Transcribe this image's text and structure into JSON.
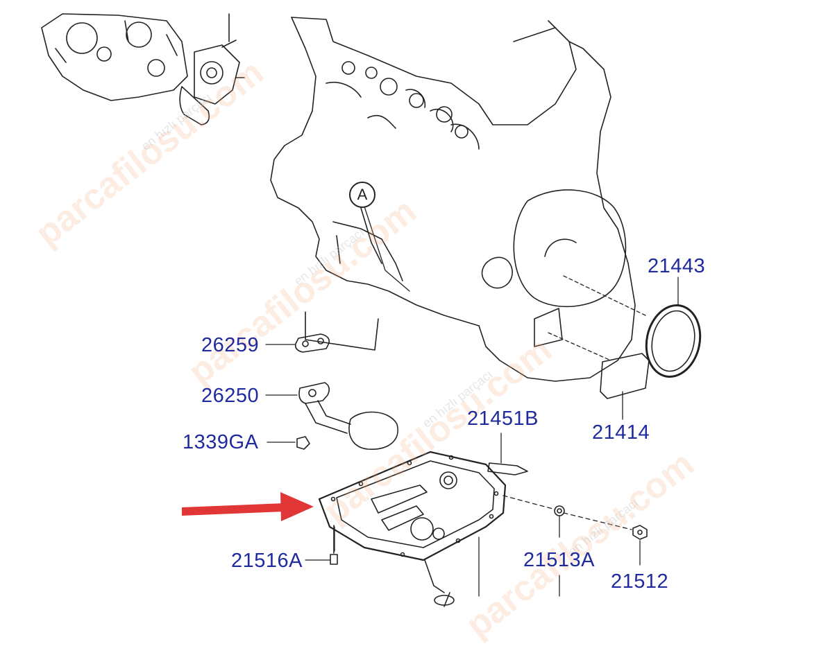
{
  "callout": "A",
  "labels": {
    "p21443": "21443",
    "p26259": "26259",
    "p26250": "26250",
    "p21451B": "21451B",
    "p21414": "21414",
    "p1339GA": "1339GA",
    "p21516A": "21516A",
    "p21513A": "21513A",
    "p21512": "21512"
  },
  "watermark": {
    "brand": "parcafilosu.com",
    "tagline": "en hızlı parçacı"
  },
  "colors": {
    "label": "#1f2a9e",
    "arrow": "#e03636",
    "line": "#222222",
    "watermark": "#f0aa78"
  }
}
